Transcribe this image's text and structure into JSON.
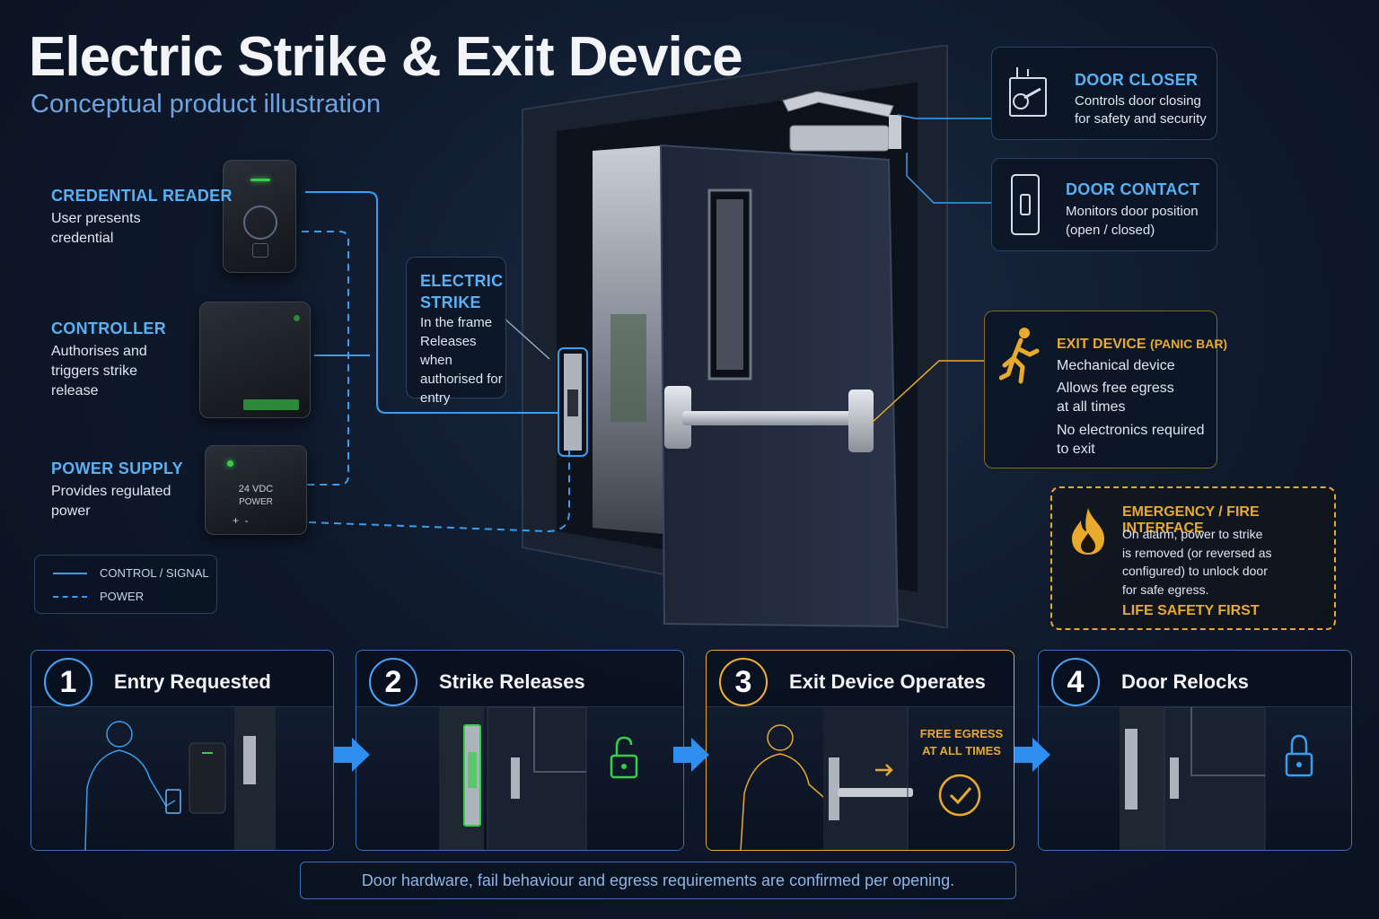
{
  "header": {
    "title": "Electric Strike & Exit Device",
    "subtitle": "Conceptual product illustration"
  },
  "labels": {
    "credential_reader": {
      "title": "CREDENTIAL READER",
      "body": "User presents\ncredential"
    },
    "controller": {
      "title": "CONTROLLER",
      "body": "Authorises and\ntriggers strike\nrelease"
    },
    "power_supply": {
      "title": "POWER SUPPLY",
      "body": "Provides regulated\npower"
    },
    "electric_strike": {
      "title": "ELECTRIC\nSTRIKE",
      "body": "In the frame\nReleases when\nauthorised for\nentry"
    },
    "door_closer": {
      "title": "DOOR CLOSER",
      "body": "Controls door closing\nfor safety and security"
    },
    "door_contact": {
      "title": "DOOR CONTACT",
      "body": "Monitors door position\n(open / closed)"
    },
    "exit_device": {
      "title": "EXIT DEVICE",
      "title_suffix": "(PANIC BAR)",
      "body1": "Mechanical device",
      "body2": "Allows free egress\nat all times",
      "body3": "No electronics required\nto exit"
    },
    "emergency": {
      "title": "EMERGENCY / FIRE INTERFACE",
      "body": "On alarm, power to strike\nis removed (or reversed as\nconfigured) to unlock door\nfor safe egress.",
      "emphasis": "LIFE SAFETY FIRST"
    }
  },
  "power_unit": {
    "line1": "24 VDC",
    "line2": "POWER",
    "terminals": "+  -"
  },
  "legend": {
    "control": "CONTROL / SIGNAL",
    "power": "POWER"
  },
  "steps": [
    {
      "num": "1",
      "title": "Entry Requested"
    },
    {
      "num": "2",
      "title": "Strike Releases"
    },
    {
      "num": "3",
      "title": "Exit Device Operates"
    },
    {
      "num": "4",
      "title": "Door Relocks"
    }
  ],
  "free_egress": "FREE EGRESS\nAT ALL TIMES",
  "footer": "Door hardware, fail behaviour and egress requirements are confirmed per opening.",
  "colors": {
    "accent_blue": "#3a9df0",
    "accent_amber": "#e9a92a",
    "accent_green": "#35d04a"
  },
  "icons": [
    "door-closer-icon",
    "door-contact-icon",
    "running-person-icon",
    "fire-icon",
    "unlocked-padlock-icon",
    "locked-padlock-icon",
    "checkmark-icon",
    "arrow-right-icon"
  ]
}
